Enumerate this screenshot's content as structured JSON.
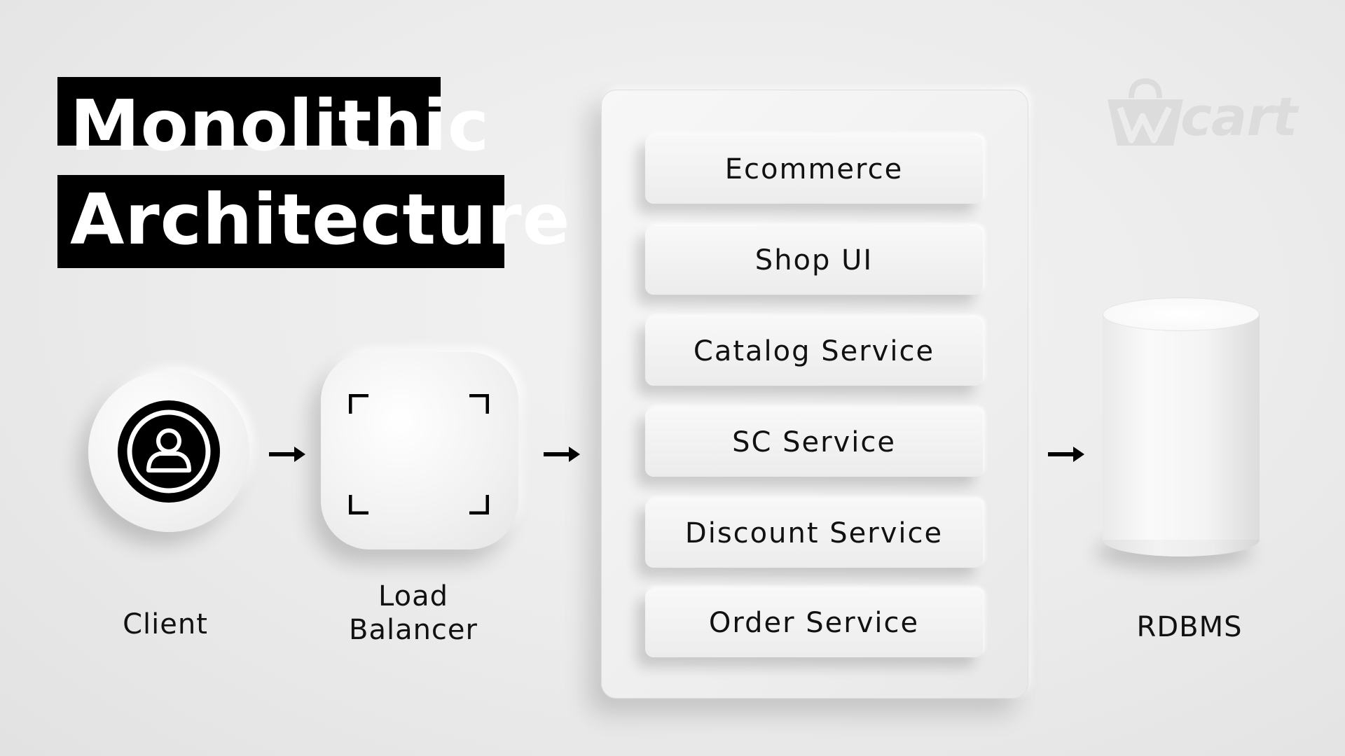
{
  "title": {
    "line1": "Monolithic",
    "line2": "Architecture"
  },
  "logo": {
    "text": "cart",
    "icon": "w-bag-logo-icon"
  },
  "nodes": {
    "client": {
      "label": "Client",
      "icon": "user-circle-icon"
    },
    "load_balancer": {
      "label_line1": "Load",
      "label_line2": "Balancer",
      "icon": "focus-frame-icon"
    },
    "database": {
      "label": "RDBMS",
      "icon": "database-cylinder-icon"
    }
  },
  "monolith": {
    "services": [
      {
        "label": "Ecommerce"
      },
      {
        "label": "Shop UI"
      },
      {
        "label": "Catalog Service"
      },
      {
        "label": "SC Service"
      },
      {
        "label": "Discount Service"
      },
      {
        "label": "Order Service"
      }
    ]
  },
  "colors": {
    "background": "#ececec",
    "title_bg": "#000000",
    "title_text": "#ffffff",
    "text": "#111111",
    "logo": "#dcdcdc"
  }
}
